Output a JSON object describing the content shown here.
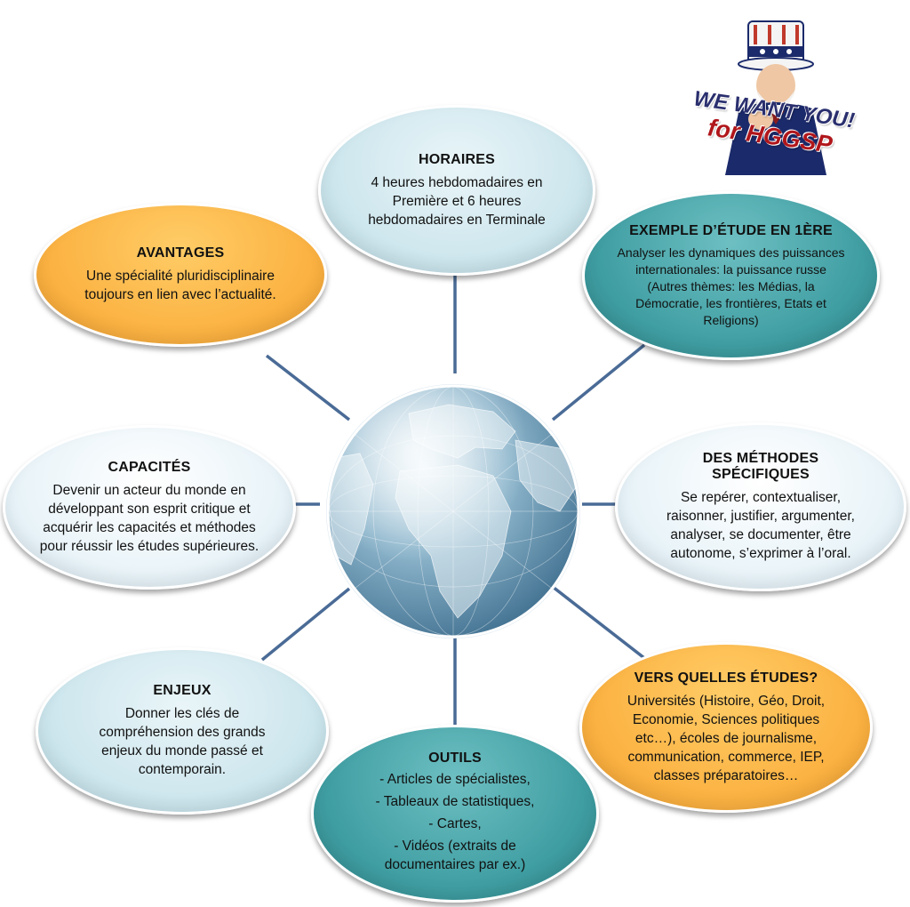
{
  "center": {
    "image": "globe"
  },
  "decoration": {
    "image": "uncle-sam-pointing",
    "line1": "WE WANT YOU!",
    "line2": "for HGGSP"
  },
  "nodes": {
    "horaires": {
      "title": "HORAIRES",
      "body": "4 heures hebdomadaires en Première et 6 heures hebdomadaires en Terminale"
    },
    "exemple": {
      "title": "EXEMPLE D’ÉTUDE EN 1ÈRE",
      "body": "Analyser les dynamiques des puissances internationales: la puissance russe (Autres thèmes: les Médias, la Démocratie, les frontières, Etats et Religions)"
    },
    "methodes": {
      "title": "DES MÉTHODES SPÉCIFIQUES",
      "body": "Se repérer, contextualiser, raisonner, justifier, argumenter, analyser, se documenter, être autonome, s’exprimer à l’oral."
    },
    "etudes": {
      "title": "VERS QUELLES ÉTUDES?",
      "body": "Universités (Histoire, Géo, Droit, Economie, Sciences politiques etc…), écoles de journalisme, communication, commerce, IEP, classes préparatoires…"
    },
    "outils": {
      "title": "OUTILS",
      "items": [
        "- Articles de spécialistes,",
        "- Tableaux de statistiques,",
        "- Cartes,",
        "- Vidéos (extraits de documentaires par ex.)"
      ]
    },
    "enjeux": {
      "title": "ENJEUX",
      "body": "Donner les clés de compréhension des grands enjeux du monde passé et contemporain."
    },
    "capacites": {
      "title": "CAPACITÉS",
      "body": "Devenir un acteur du monde en développant son esprit critique et acquérir les capacités et méthodes pour réussir les études supérieures."
    },
    "avantages": {
      "title": "AVANTAGES",
      "body": "Une spécialité pluridisciplinaire toujours en lien avec l’actualité."
    }
  },
  "colors": {
    "connector": "#4a6b96",
    "light_blue": "#cfe7ee",
    "teal": "#3f9ea2",
    "orange": "#fbb242",
    "globe": "#5e94b4"
  }
}
